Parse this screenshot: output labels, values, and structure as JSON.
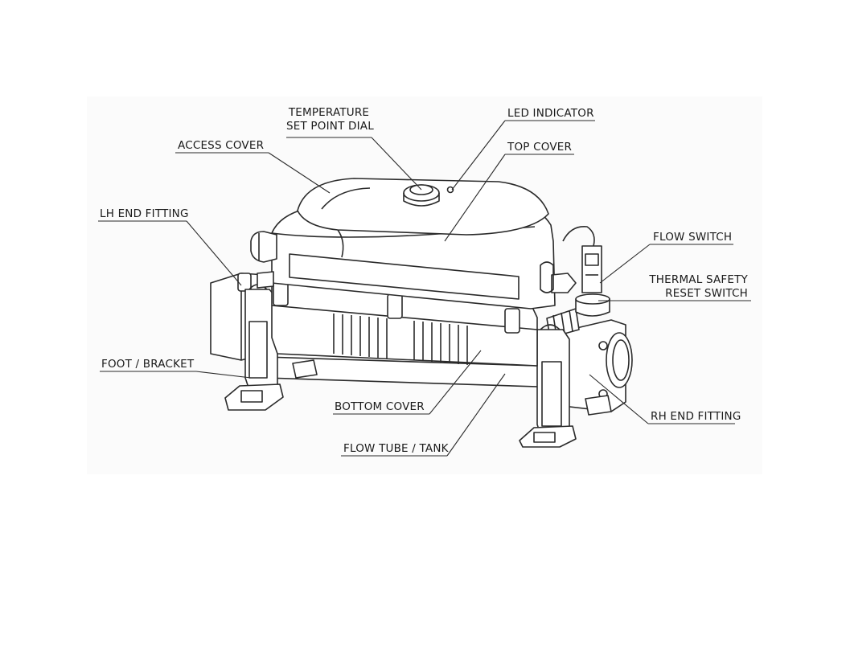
{
  "labels": {
    "temperature_dial": [
      "TEMPERATURE",
      "SET POINT DIAL"
    ],
    "led_indicator": "LED INDICATOR",
    "access_cover": "ACCESS COVER",
    "top_cover": "TOP COVER",
    "lh_end_fitting": "LH END FITTING",
    "flow_switch": "FLOW SWITCH",
    "thermal_safety": [
      "THERMAL SAFETY",
      "RESET SWITCH"
    ],
    "foot_bracket": "FOOT / BRACKET",
    "bottom_cover": "BOTTOM COVER",
    "rh_end_fitting": "RH END FITTING",
    "flow_tube": "FLOW TUBE / TANK"
  },
  "colors": {
    "line": "#2a2a2a",
    "background": "#ffffff",
    "panel": "#f7f7f7"
  }
}
